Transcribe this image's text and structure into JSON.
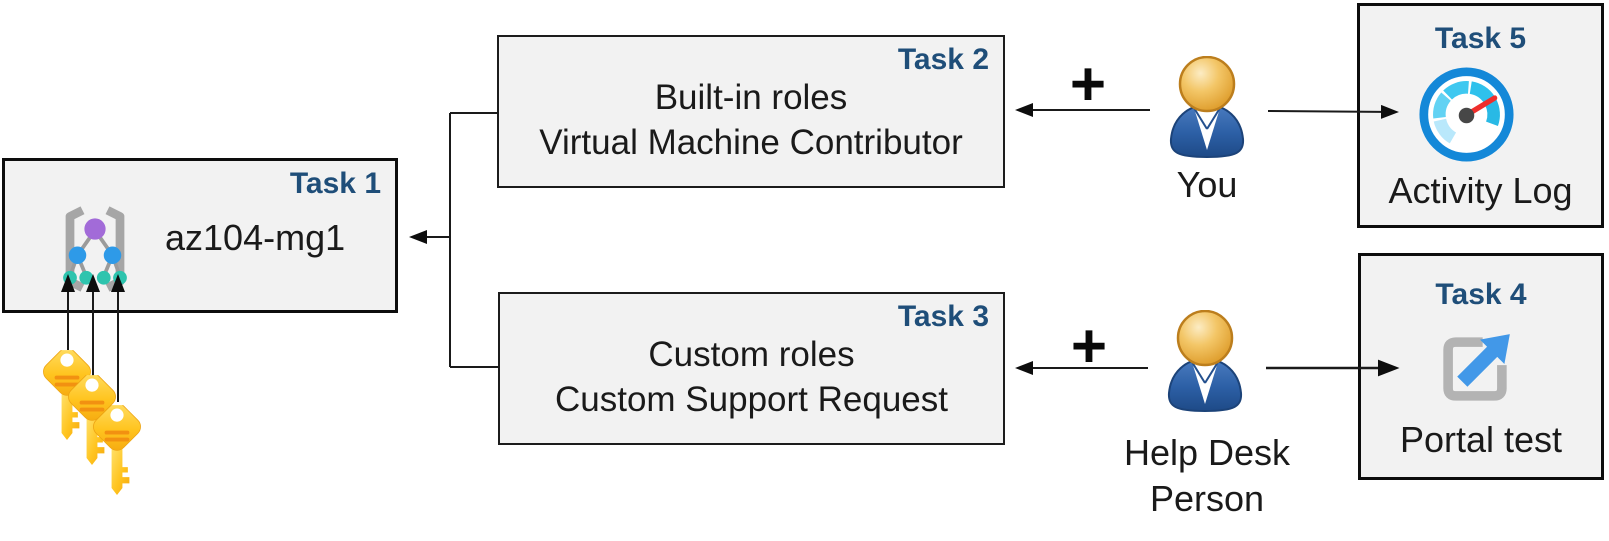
{
  "task1": {
    "label": "Task 1",
    "name": "az104-mg1"
  },
  "task2": {
    "label": "Task 2",
    "line1": "Built-in roles",
    "line2": "Virtual Machine Contributor"
  },
  "task3": {
    "label": "Task 3",
    "line1": "Custom roles",
    "line2": "Custom Support Request"
  },
  "task4": {
    "label": "Task 4",
    "caption": "Portal test"
  },
  "task5": {
    "label": "Task 5",
    "caption": "Activity Log"
  },
  "actors": {
    "you": "You",
    "help_desk_line1": "Help Desk",
    "help_desk_line2": "Person"
  },
  "operators": {
    "plus": "+"
  },
  "icons": {
    "task1": "management-group-icon",
    "task1_keys": "key-icon",
    "task5": "gauge-icon",
    "task4": "external-link-icon",
    "actors": "person-icon",
    "operators": "plus-icon"
  },
  "colors": {
    "box-fill": "#f2f2f2",
    "box-border": "#0d0d0d",
    "task-label": "#1f4e79",
    "ink": "#1a1a1a",
    "arrow": "#1a1a1a",
    "key-gold": "#ffc41f",
    "key-stripe": "#f29111",
    "person-blue": "#2c5fa5",
    "person-head": "#eeb24a",
    "mg-purple": "#a26bd8",
    "mg-blue": "#2e9ae8",
    "mg-teal": "#2ec4ae",
    "mg-bracket": "#a6a6a6",
    "gauge-ring": "#1488d8",
    "gauge-needle": "#ef2e2c",
    "portal-gray": "#b3b3b3",
    "portal-blue": "#4298e8"
  }
}
